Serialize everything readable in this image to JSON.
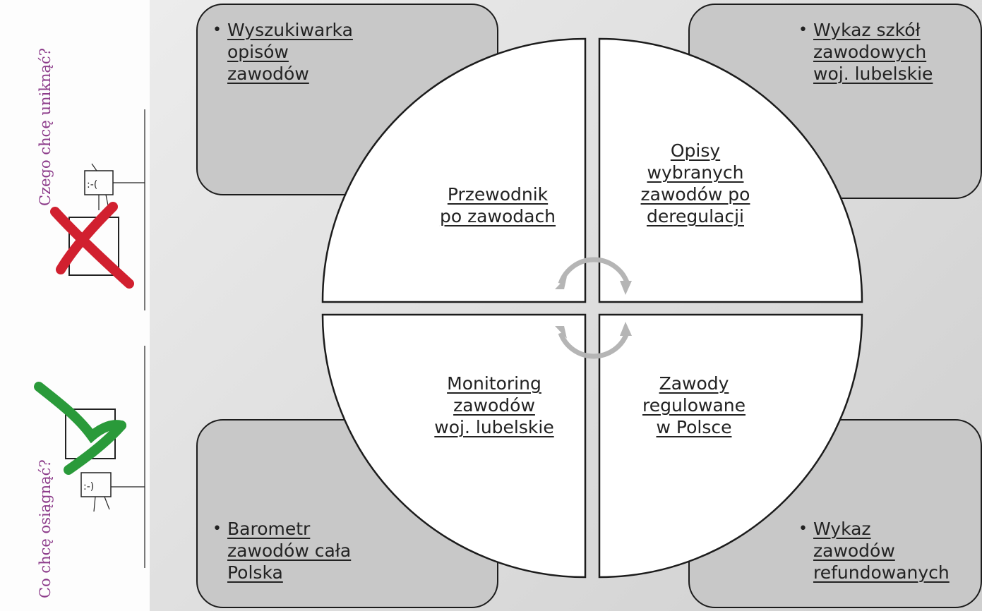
{
  "sidebar": {
    "avoid_label": "Czego chcę uniknąć?",
    "achieve_label": "Co chcę osiągnąć?",
    "sad_face": ":-(",
    "happy_face": ":-)"
  },
  "corners": {
    "top_left": [
      "Wyszukiwarka",
      "opisów",
      "zawodów"
    ],
    "top_right": [
      "Wykaz szkół",
      "zawodowych",
      "woj. lubelskie"
    ],
    "bottom_left": [
      "Barometr",
      "zawodów cała",
      "Polska"
    ],
    "bottom_right": [
      "Wykaz",
      "zawodów",
      "refundowanych"
    ]
  },
  "quadrants": {
    "top_left": [
      "Przewodnik",
      "po zawodach"
    ],
    "top_right": [
      "Opisy",
      "wybranych",
      "zawodów po",
      "deregulacji"
    ],
    "bottom_left": [
      "Monitoring",
      "zawodów",
      "woj. lubelskie"
    ],
    "bottom_right": [
      "Zawody",
      "regulowane",
      "w Polsce"
    ]
  },
  "colors": {
    "cross": "#d1202f",
    "check": "#2a9a3a",
    "accent_text": "#8c3b8a",
    "corner_fill": "#c8c8c8",
    "arrows": "#b5b5b5"
  },
  "icons": [
    "red-cross-icon",
    "green-check-icon",
    "sad-stick-figure-icon",
    "happy-stick-figure-icon",
    "cycle-arrows-icon"
  ]
}
